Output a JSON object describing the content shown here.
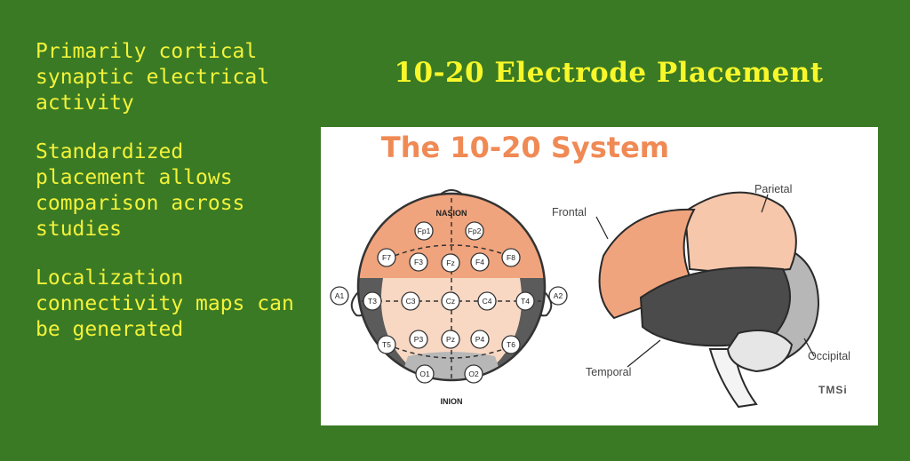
{
  "bullets": [
    "Primarily cortical synaptic electrical activity",
    "Standardized placement allows comparison across studies",
    "Localization connectivity maps can be generated"
  ],
  "slide_title": "10-20 Electrode Placement",
  "figure": {
    "title": "The 10-20 System",
    "head_labels": {
      "top": "NASION",
      "bottom": "INION"
    },
    "electrodes": [
      "Fp1",
      "Fp2",
      "F7",
      "F3",
      "Fz",
      "F4",
      "F8",
      "A1",
      "T3",
      "C3",
      "Cz",
      "C4",
      "T4",
      "A2",
      "T5",
      "P3",
      "Pz",
      "P4",
      "T6",
      "O1",
      "O2"
    ],
    "brain_labels": {
      "frontal": "Frontal",
      "parietal": "Parietal",
      "temporal": "Temporal",
      "occipital": "Occipital"
    },
    "logo": "TMSi",
    "colors": {
      "frontal": "#f0a47d",
      "central": "#f8d8c3",
      "temporal": "#5b5b5b",
      "occipital": "#b7b7b7",
      "title": "#f08a55"
    }
  }
}
